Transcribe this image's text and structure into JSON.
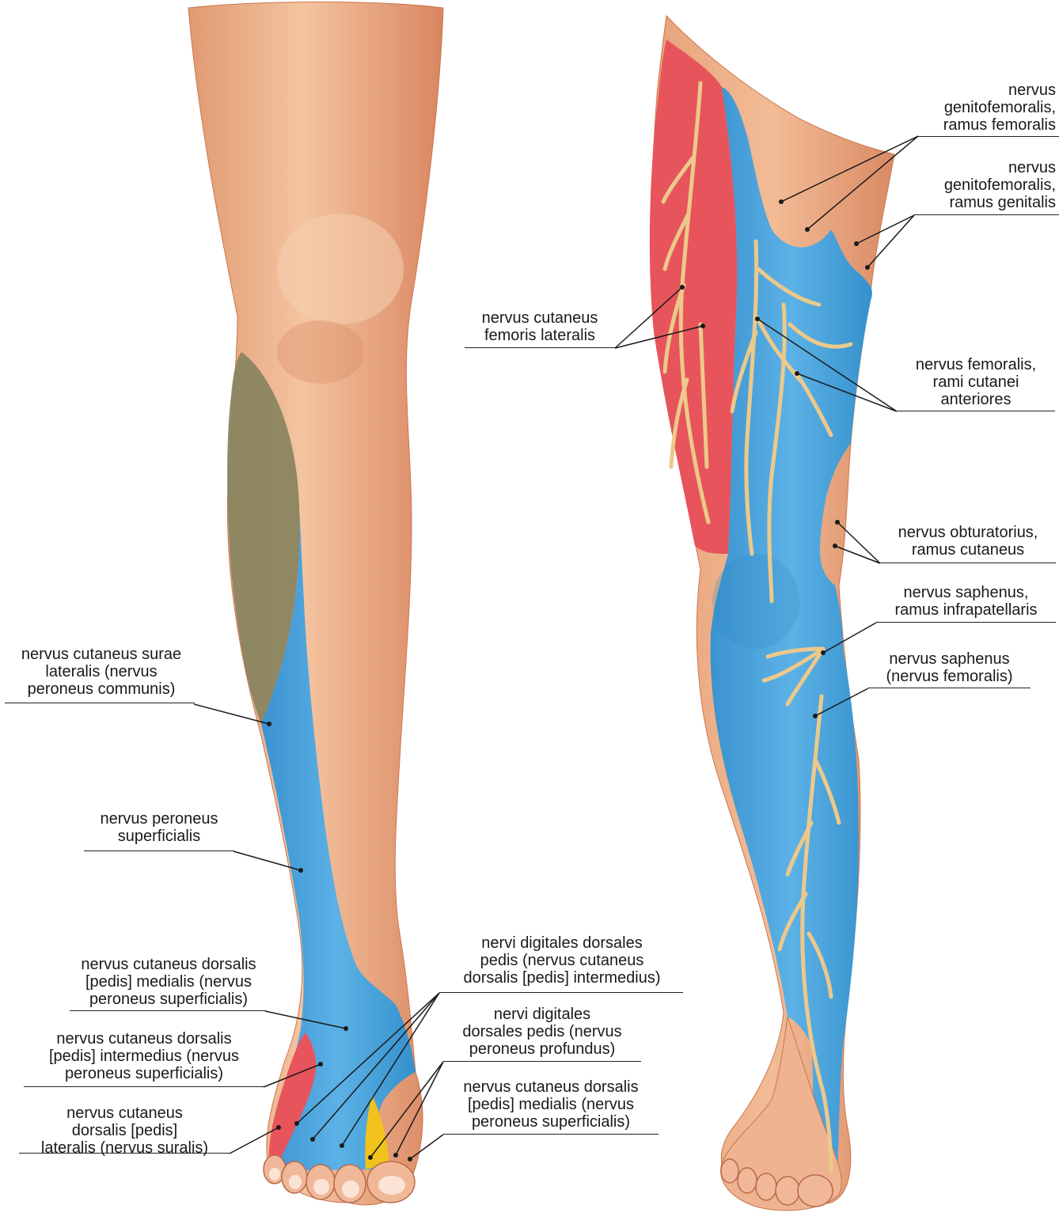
{
  "colors": {
    "skin": "#eeb08a",
    "skin_shadow": "#d98a64",
    "nerve_blue": "#3d9fd8",
    "nerve_red": "#e8545c",
    "nerve_olive": "#8a8460",
    "nerve_yellow": "#f2c21c",
    "nerve_fiber": "#ecc98a",
    "leader_line": "#1a1a1a"
  },
  "labels": {
    "cut_surae_lat": "nervus cutaneus surae\nlateralis (nervus\nperoneus communis)",
    "peroneus_superf": "nervus peroneus\nsuperficialis",
    "cut_dors_med_left": "nervus cutaneus dorsalis\n[pedis] medialis (nervus\nperoneus superficialis)",
    "cut_dors_interm": "nervus cutaneus dorsalis\n[pedis] intermedius (nervus\nperoneus superficialis)",
    "cut_dors_lat": "nervus cutaneus\ndorsalis [pedis]\nlateralis (nervus suralis)",
    "digitales_interm": "nervi digitales dorsales\npedis (nervus cutaneus\ndorsalis [pedis] intermedius)",
    "digitales_prof": "nervi digitales\ndorsales pedis (nervus\nperoneus profundus)",
    "cut_dors_med_right": "nervus cutaneus dorsalis\n[pedis] medialis (nervus\nperoneus superficialis)",
    "cut_fem_lat": "nervus cutaneus\nfemoris lateralis",
    "genito_fem": "nervus\ngenitofemoralis,\nramus femoralis",
    "genito_gen": "nervus\ngenitofemoralis,\nramus genitalis",
    "femoralis_rami": "nervus femoralis,\nrami cutanei\nanteriores",
    "obturatorius": "nervus obturatorius,\nramus cutaneus",
    "saphenus_infra": "nervus saphenus,\nramus infrapatellaris",
    "saphenus_fem": "nervus saphenus\n(nervus femoralis)"
  }
}
